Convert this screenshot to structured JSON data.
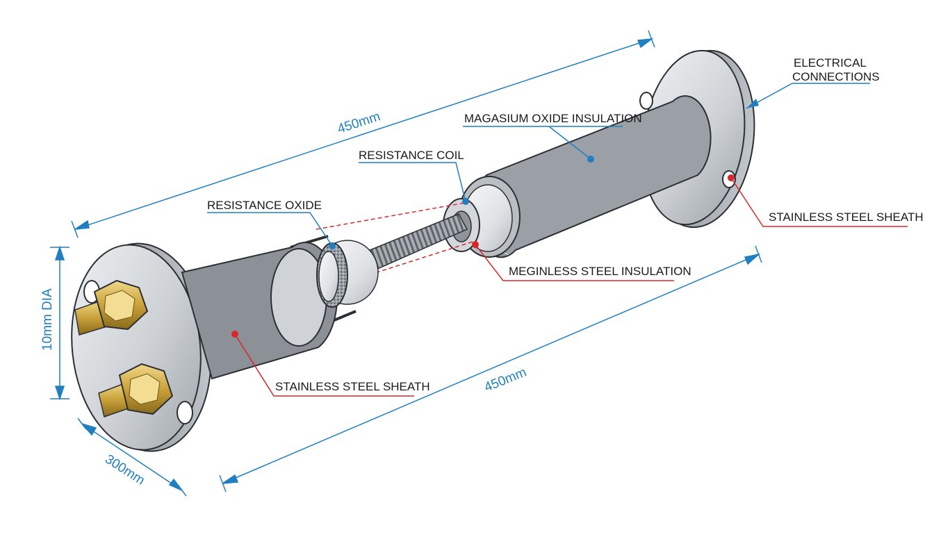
{
  "labels": {
    "electrical_connections_line1": "ELECTRICAL",
    "electrical_connections_line2": "CONNECTIONS",
    "magnesium_oxide_insulation": "MAGASIUM OXIDE INSULATION",
    "resistance_coil": "RESISTANCE COIL",
    "resistance_oxide": "RESISTANCE OXIDE",
    "stainless_steel_sheath_right": "STAINLESS STEEL SHEATH",
    "meginless_steel_insulation": "MEGINLESS STEEL INSULATION",
    "stainless_steel_sheath_left": "STAINLESS STEEL SHEATH"
  },
  "dimensions": {
    "top_length": "450mm",
    "bottom_length": "450mm",
    "diameter": "10mm DIA",
    "flange_width": "300mm"
  },
  "colors": {
    "dimension_blue": "#1f7fc0",
    "leader_red": "#d8262c",
    "steel": "#c9cdd2",
    "brass": "#c9a23a"
  }
}
